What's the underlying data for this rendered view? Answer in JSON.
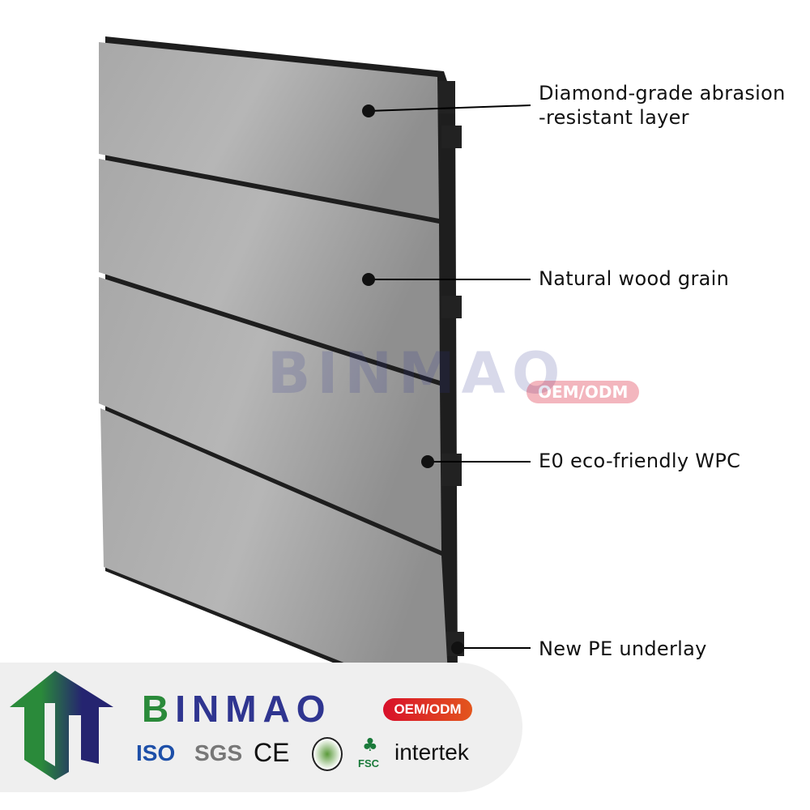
{
  "callouts": [
    {
      "text": "Diamond-grade abrasion\n-resistant layer"
    },
    {
      "text": "Natural wood grain"
    },
    {
      "text": "E0 eco-friendly WPC"
    },
    {
      "text": "New PE underlay"
    }
  ],
  "brand": {
    "name": "BINMAO",
    "badge": "OEM/ODM"
  },
  "certifications": [
    "ISO",
    "SGS",
    "CE",
    "FSC",
    "intertek"
  ],
  "colors": {
    "green": "#2a8a3a",
    "navy": "#2f3590",
    "badge": "#d8102a",
    "wood": "#9a9a9a"
  }
}
